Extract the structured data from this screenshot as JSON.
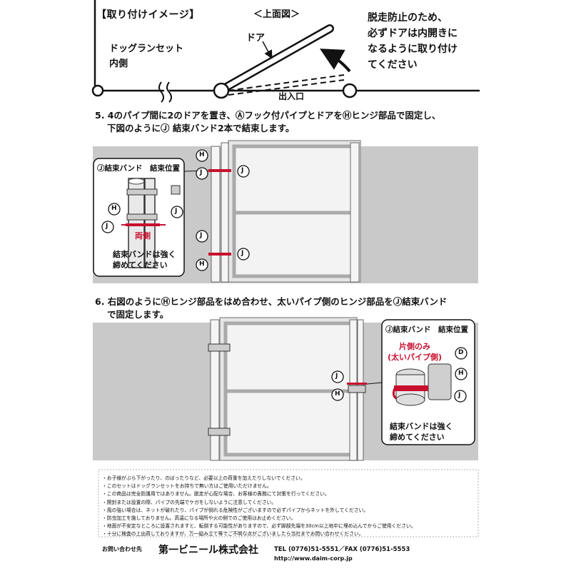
{
  "header": {
    "title": "【取り付けイメージ】",
    "top_view": "＜上面図＞",
    "dog_run": [
      "ドッグランセット",
      "内側"
    ],
    "door": "ドア",
    "entrance": "出入口",
    "warning": [
      "脱走防止のため、",
      "必ずドアは内開きに",
      "なるように取り付け",
      "てください"
    ]
  },
  "step5": {
    "line1": "5. 4のパイプ間に2のドアを置き、Ⓐフック付パイプとドアをⒽヒンジ部品で固定し、",
    "line2": "下図のようにⒿ 結束バンド2本で結束します。",
    "callout_title": "Ⓙ結束バンド　結束位置",
    "both_sides": "両側",
    "tighten": [
      "結束バンドは強く",
      "締めてください"
    ]
  },
  "step6": {
    "line1": "6. 右図のようにⒽヒンジ部品をはめ合わせ、太いパイプ側のヒンジ部品をⒿ結束バンド",
    "line2": "で固定します。",
    "callout_title": "Ⓙ結束バンド　結束位置",
    "one_side": [
      "片側のみ",
      "(太いパイプ側)"
    ],
    "tighten": [
      "結束バンドは強く",
      "締めてください"
    ]
  },
  "letters": {
    "H": "H",
    "J": "J",
    "D": "D"
  },
  "notes": [
    "・お子様がぶら下がったり、のぼったりなど、必要以上の荷重を加えたりしないでください。",
    "・このセットはドッグランセットをお持ちで無い方はご使用いただけません。",
    "・この商品は完全防護用ではありません。脱走が心配な場合、お客様の責務にて対策を行ってください。",
    "・開封または設置の際、パイプの先端でケガをしないように注意してください。",
    "・風の強い場合は、ネットが破れたり、パイプが倒れる危険性がございますので必ずパイプからネットを外してください。",
    "・防虫加工を施しておりません。高温になる場所や火の側でのご使用はお止めください。",
    "・地面が不安定なところに設置されますと、転倒する可能性がありますので、必ず脚部先端を30cm以上地中に埋め込んでからご使用ください。",
    "・十分に検査の上出荷しておりますが、万一組み立て等でご不明な点がございましたら当社までお問い合わせください。"
  ],
  "footer": {
    "contact": "お問い合わせ先",
    "company": "第一ビニール株式会社",
    "tel": "TEL (0776)51-5551／FAX (0776)51-5553",
    "url": "http://www.daim-corp.jp"
  }
}
